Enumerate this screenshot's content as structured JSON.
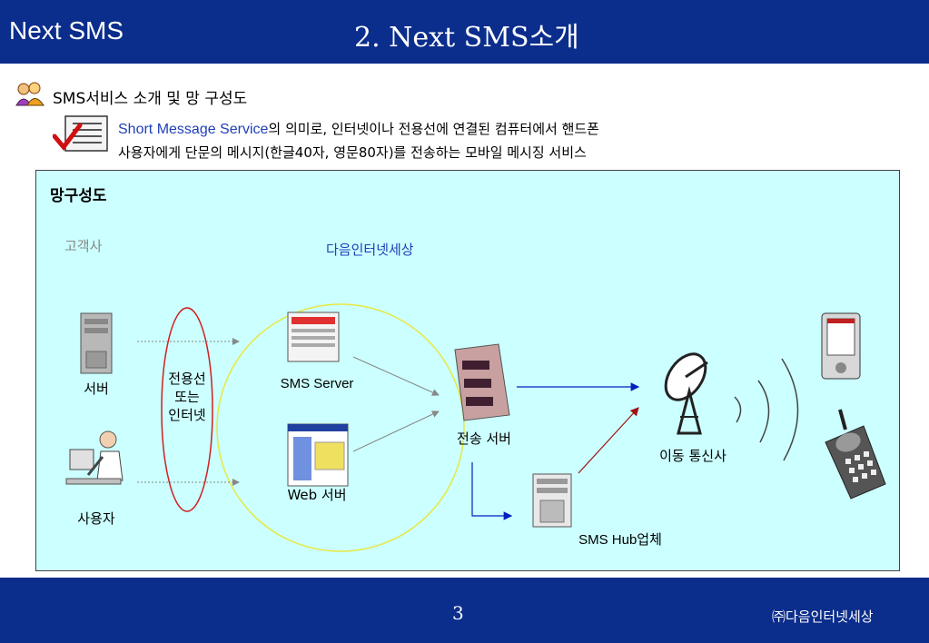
{
  "header": {
    "brand": "Next SMS",
    "title": "2. Next SMS소개"
  },
  "section": {
    "icon": "people-icon",
    "title": "SMS서비스 소개 및 망 구성도",
    "desc_highlight": "Short Message Service",
    "desc_line1_rest": "의 의미로, 인터넷이나 전용선에 연결된 컴퓨터에서 핸드폰",
    "desc_line2": "사용자에게 단문의 메시지(한글40자, 영문80자)를 전송하는 모바일 메시징 서비스"
  },
  "diagram": {
    "panel_title": "망구성도",
    "customer_label": "고객사",
    "daum_label": "다음인터넷세상",
    "server_label": "서버",
    "user_label": "사용자",
    "line_label_1": "전용선",
    "line_label_2": "또는",
    "line_label_3": "인터넷",
    "sms_server_label": "SMS Server",
    "web_server_label": "Web 서버",
    "relay_server_label": "전송 서버",
    "hub_label": "SMS Hub업체",
    "carrier_label": "이동 통신사",
    "colors": {
      "panel_bg": "#ccffff",
      "circle": "#e8e840",
      "ellipse": "#d02020",
      "blue_arrow": "#0020c0",
      "red_arrow": "#a01010"
    }
  },
  "footer": {
    "page": "3",
    "company": "㈜다음인터넷세상"
  }
}
